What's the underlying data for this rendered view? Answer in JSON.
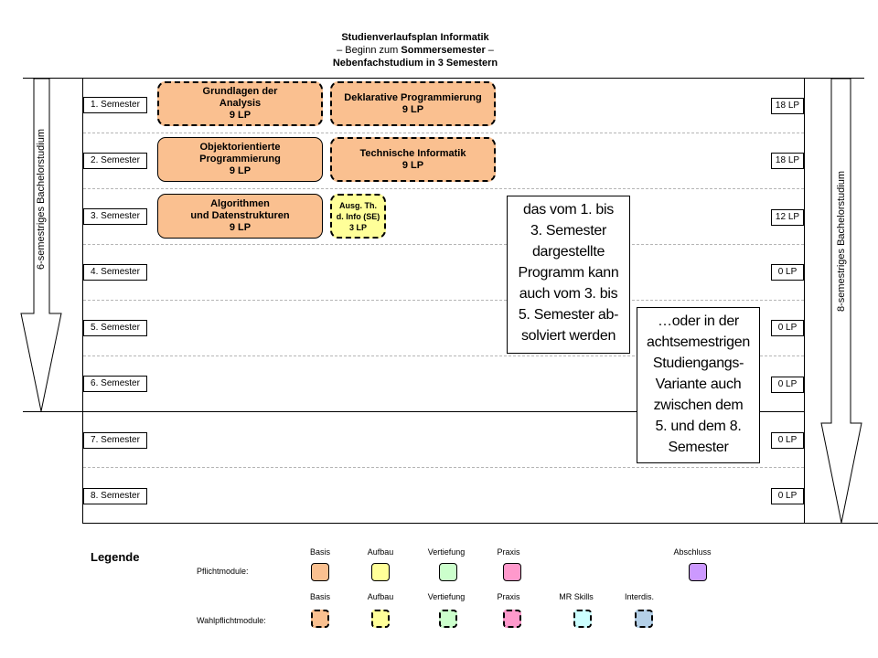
{
  "title": {
    "line1": "Studienverlaufsplan Informatik",
    "line2_pre": "– Beginn zum ",
    "line2_bold": "Sommersemester",
    "line2_post": " –",
    "line3": "Nebenfachstudium in 3 Semestern"
  },
  "side": {
    "left": "6-semestriges Bachelorstudium",
    "right": "8-semestriges Bachelorstudium"
  },
  "semesters": [
    "1. Semester",
    "2. Semester",
    "3. Semester",
    "4. Semester",
    "5. Semester",
    "6. Semester",
    "7. Semester",
    "8. Semester"
  ],
  "credits": [
    "18 LP",
    "18 LP",
    "12 LP",
    "0 LP",
    "0 LP",
    "0 LP",
    "0 LP",
    "0 LP"
  ],
  "modules": {
    "analysis": {
      "line1": "Grundlagen  der",
      "line2": "Analysis",
      "lp": "9 LP"
    },
    "deklarativ": {
      "line1": "Deklarative Programmierung",
      "lp": "9 LP"
    },
    "oop": {
      "line1": "Objektorientierte",
      "line2": "Programmierung",
      "lp": "9 LP"
    },
    "technische": {
      "line1": "Technische Informatik",
      "lp": "9 LP"
    },
    "algo": {
      "line1": "Algorithmen",
      "line2": "und Datenstrukturen",
      "lp": "9 LP"
    },
    "ausg": {
      "line1": "Ausg. Th.",
      "line2": "d. Info (SE)",
      "lp": "3 LP"
    }
  },
  "notes": {
    "note1": [
      "das vom 1. bis",
      "3. Semester",
      "dargestellte",
      "Programm kann",
      "auch vom 3. bis",
      "5. Semester ab-",
      "solviert werden"
    ],
    "note2": [
      "…oder in der",
      "achtsemestrigen",
      "Studiengangs-",
      "Variante auch",
      "zwischen dem",
      "5. und dem 8.",
      "Semester"
    ]
  },
  "legend": {
    "title": "Legende",
    "pflicht_label": "Pflichtmodule:",
    "wahl_label": "Wahlpflichtmodule:",
    "pflicht_heads": [
      "Basis",
      "Aufbau",
      "Vertiefung",
      "Praxis",
      "Abschluss"
    ],
    "wahl_heads": [
      "Basis",
      "Aufbau",
      "Vertiefung",
      "Praxis",
      "MR Skills",
      "Interdis."
    ]
  },
  "colors": {
    "basis": "#fac090",
    "aufbau": "#ffff99",
    "vertiefung": "#ccffcc",
    "praxis": "#ff99cc",
    "abschluss": "#cc99ff",
    "mr_skills": "#ccffff",
    "interdis": "#b4d0e8"
  }
}
